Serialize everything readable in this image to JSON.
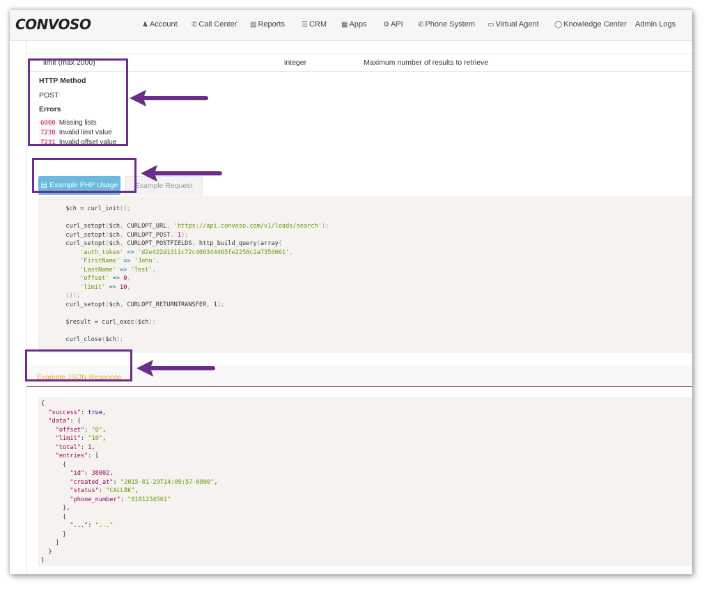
{
  "nav": {
    "logo": "CONVOSO",
    "items": [
      "Account",
      "Call Center",
      "Reports",
      "CRM",
      "Apps",
      "API",
      "Phone System",
      "Virtual Agent",
      "Knowledge Center",
      "Admin Logs"
    ],
    "icons": [
      "user-icon",
      "phone-icon",
      "bar-chart-icon",
      "list-icon",
      "grid-icon",
      "gear-icon",
      "phone-icon",
      "monitor-icon",
      "lightbulb-icon",
      ""
    ]
  },
  "params": {
    "name": "limit (max 2000)",
    "type": "integer",
    "description": "Maximum number of results to retrieve"
  },
  "http_method": {
    "title": "HTTP Method",
    "value": "POST"
  },
  "errors": {
    "title": "Errors",
    "items": [
      {
        "code": "6000",
        "message": "Missing lists"
      },
      {
        "code": "7230",
        "message": "Invalid limit value"
      },
      {
        "code": "7231",
        "message": "Invalid offset value"
      }
    ]
  },
  "tabs": {
    "active": "Example PHP Usage",
    "inactive": "Example Request"
  },
  "php_code": [
    "        $ch = curl_init();",
    "",
    "        curl_setopt($ch, CURLOPT_URL, 'https://api.convoso.com/v1/leads/search');",
    "        curl_setopt($ch, CURLOPT_POST, 1);",
    "        curl_setopt($ch, CURLOPT_POSTFIELDS, http_build_query(array(",
    "            'auth_token' => 'd2e422d1311c72c408344465fe2258c2a7356061',",
    "            'FirstName' => 'John',",
    "            'LastName' => 'Test',",
    "            'offset' => 0,",
    "            'limit' => 10,",
    "        )));",
    "        curl_setopt($ch, CURLOPT_RETURNTRANSFER, 1);",
    "",
    "        $result = curl_exec($ch);",
    "",
    "        curl_close($ch);"
  ],
  "json_section": {
    "title": "Example JSON Response"
  },
  "json_code": [
    "{",
    "  \"success\": true,",
    "  \"data\": {",
    "    \"offset\": \"0\",",
    "    \"limit\": \"10\",",
    "    \"total\": 1,",
    "    \"entries\": [",
    "      {",
    "        \"id\": 38002,",
    "        \"created_at\": \"2015-01-29T14:09:57-0800\",",
    "        \"status\": \"CALLBK\",",
    "        \"phone_number\": \"8181234561\"",
    "      },",
    "      {",
    "        \"...\": \"...\"",
    "      }",
    "    ]",
    "  }",
    "}"
  ],
  "colors": {
    "highlight": "#6b2d8b",
    "tab_active": "#6bb9dc",
    "json_title": "#e8a53a",
    "code_bg": "#f5f2f0"
  }
}
